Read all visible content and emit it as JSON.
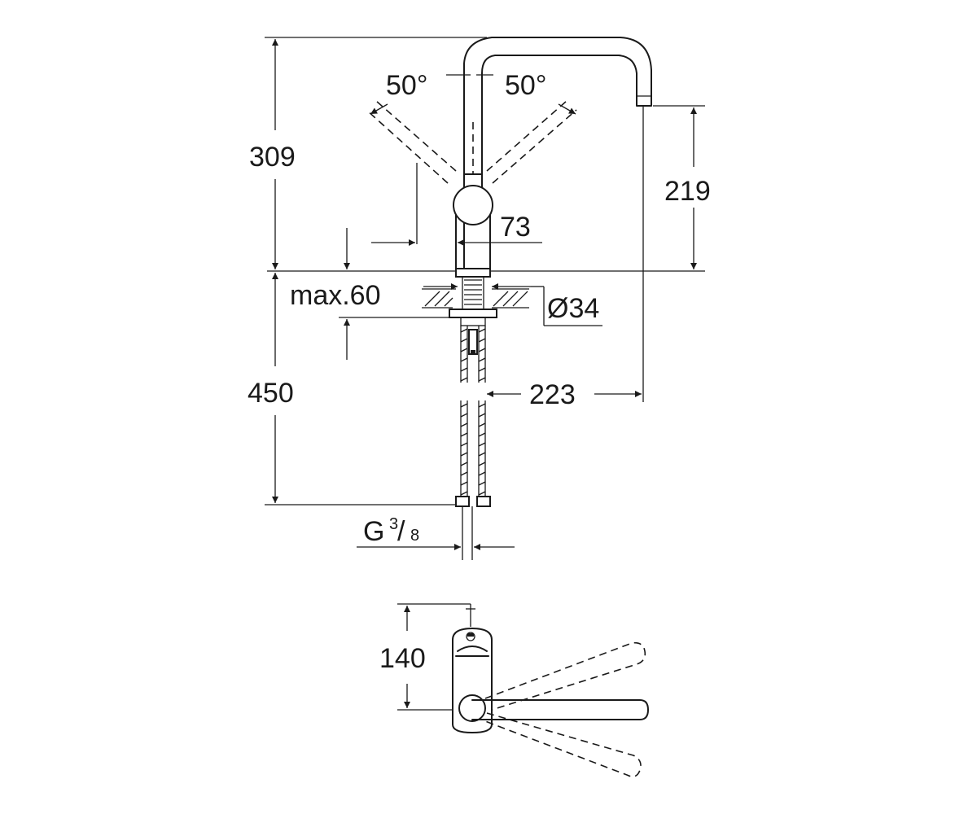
{
  "dimensions": {
    "angle_left": "50°",
    "angle_right": "50°",
    "height_total": "309",
    "spout_height": "219",
    "body_diameter": "73",
    "deck_thickness": "max.60",
    "hole_diameter": "Ø34",
    "hose_length": "450",
    "spout_reach": "223",
    "connection_thread": "G",
    "thread_num": "3",
    "thread_den": "8",
    "top_view_depth": "140"
  }
}
